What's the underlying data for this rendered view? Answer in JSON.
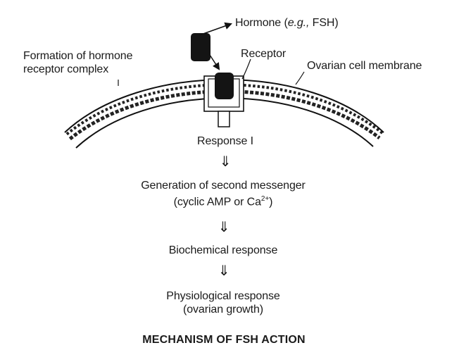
{
  "labels": {
    "hormone": "Hormone (",
    "hormone_eg": "e.g.,",
    "hormone_tail": " FSH)",
    "formation_line1": "Formation of hormone",
    "formation_line2": "receptor complex",
    "receptor": "Receptor",
    "membrane": "Ovarian cell membrane",
    "response1": "Response I"
  },
  "flow": {
    "second_messenger_line1": "Generation of second messenger",
    "second_messenger_line2_pre": "(cyclic AMP or Ca",
    "second_messenger_charge": "2+",
    "second_messenger_line2_post": ")",
    "biochemical": "Biochemical response",
    "physiological_line1": "Physiological response",
    "physiological_line2": "(ovarian growth)",
    "arrow_glyph": "⇓"
  },
  "title": "MECHANISM OF FSH ACTION"
}
